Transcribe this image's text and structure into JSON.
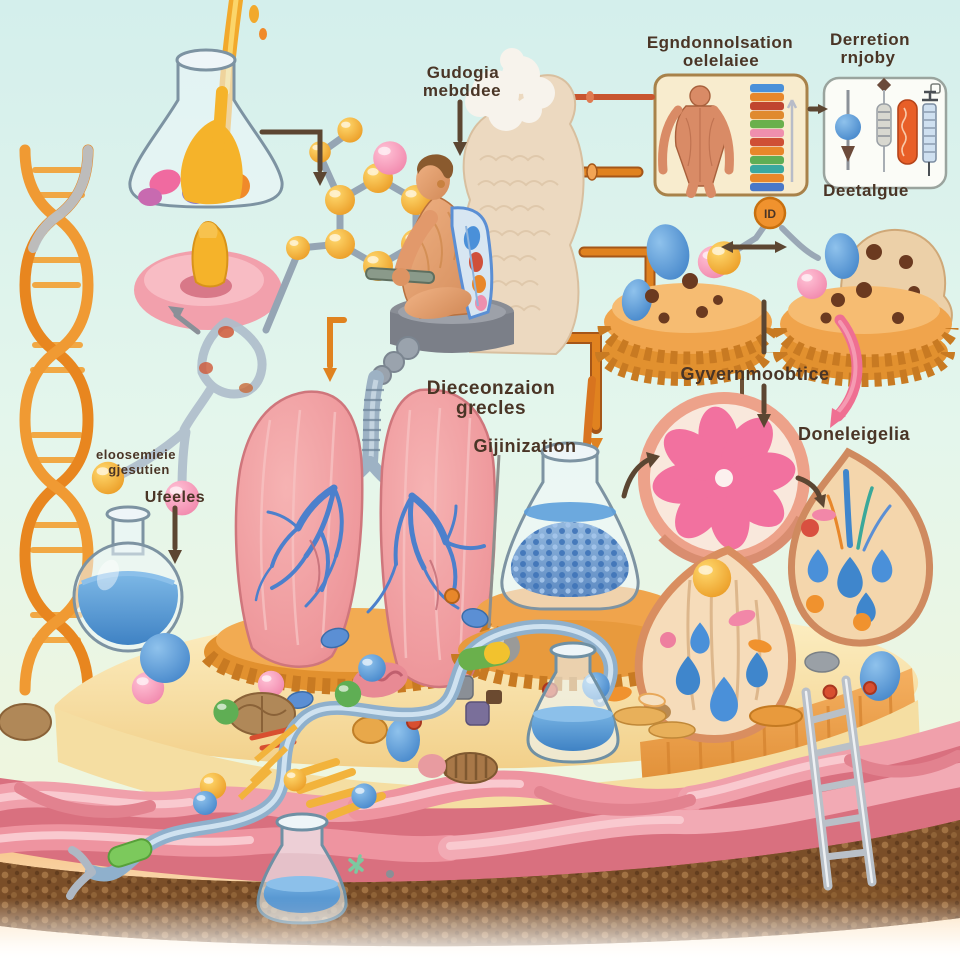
{
  "scene": {
    "description": "Surreal illustrated biomedical diagram: lungs, DNA helix, flasks, candy-cookies, human figure and cell cross-sections on a layered cake-like ground",
    "background": "#d7f1ec"
  },
  "labels": {
    "metabolites": {
      "line1": "Gudogia",
      "line2": "mebddee"
    },
    "panel_anatomy": {
      "line1": "Egndonnolsation",
      "line2": "oelelaiee"
    },
    "panel_devices": {
      "line1": "Derretion",
      "line2": "rnjoby"
    },
    "panel_devices_caption": "Deetalgue",
    "dissemination": {
      "line1": "Dieceonzaion",
      "line2": "grecles"
    },
    "organization": "Gijinization",
    "gyvern": "Gyvernmoobtice",
    "donele": "Doneleigelia",
    "electronic": {
      "line1": "eloosemieie",
      "line2": "gjesutien"
    },
    "ufeeles": "Ufeeles",
    "id_badge": "ID"
  },
  "panel_anatomy_bars": [
    "#4a90d9",
    "#e8872a",
    "#c0452f",
    "#e08a2e",
    "#6ab04c",
    "#ef8fae",
    "#cf4f35",
    "#e8872a",
    "#5fae54",
    "#3aa8a0",
    "#e8872a",
    "#4a78c8"
  ],
  "colors": {
    "background": "#d7f1ec",
    "ground": "#f0a55a",
    "platform": "#f7e3a9",
    "slab": "#ec9a42",
    "intestine": "#ef96a2",
    "soil": "#7a4e28",
    "lung": "#ef9a9c",
    "bronchi": "#4a7fd0",
    "liquid_blue": "#4f97d8",
    "cookie": "#f0a44c",
    "dna_orange": "#e8861f",
    "arrow_brown": "#5c4632",
    "arrow_pink": "#ef6f92",
    "accent_yellow": "#f5ab2a",
    "accent_pink": "#f48fb1"
  }
}
